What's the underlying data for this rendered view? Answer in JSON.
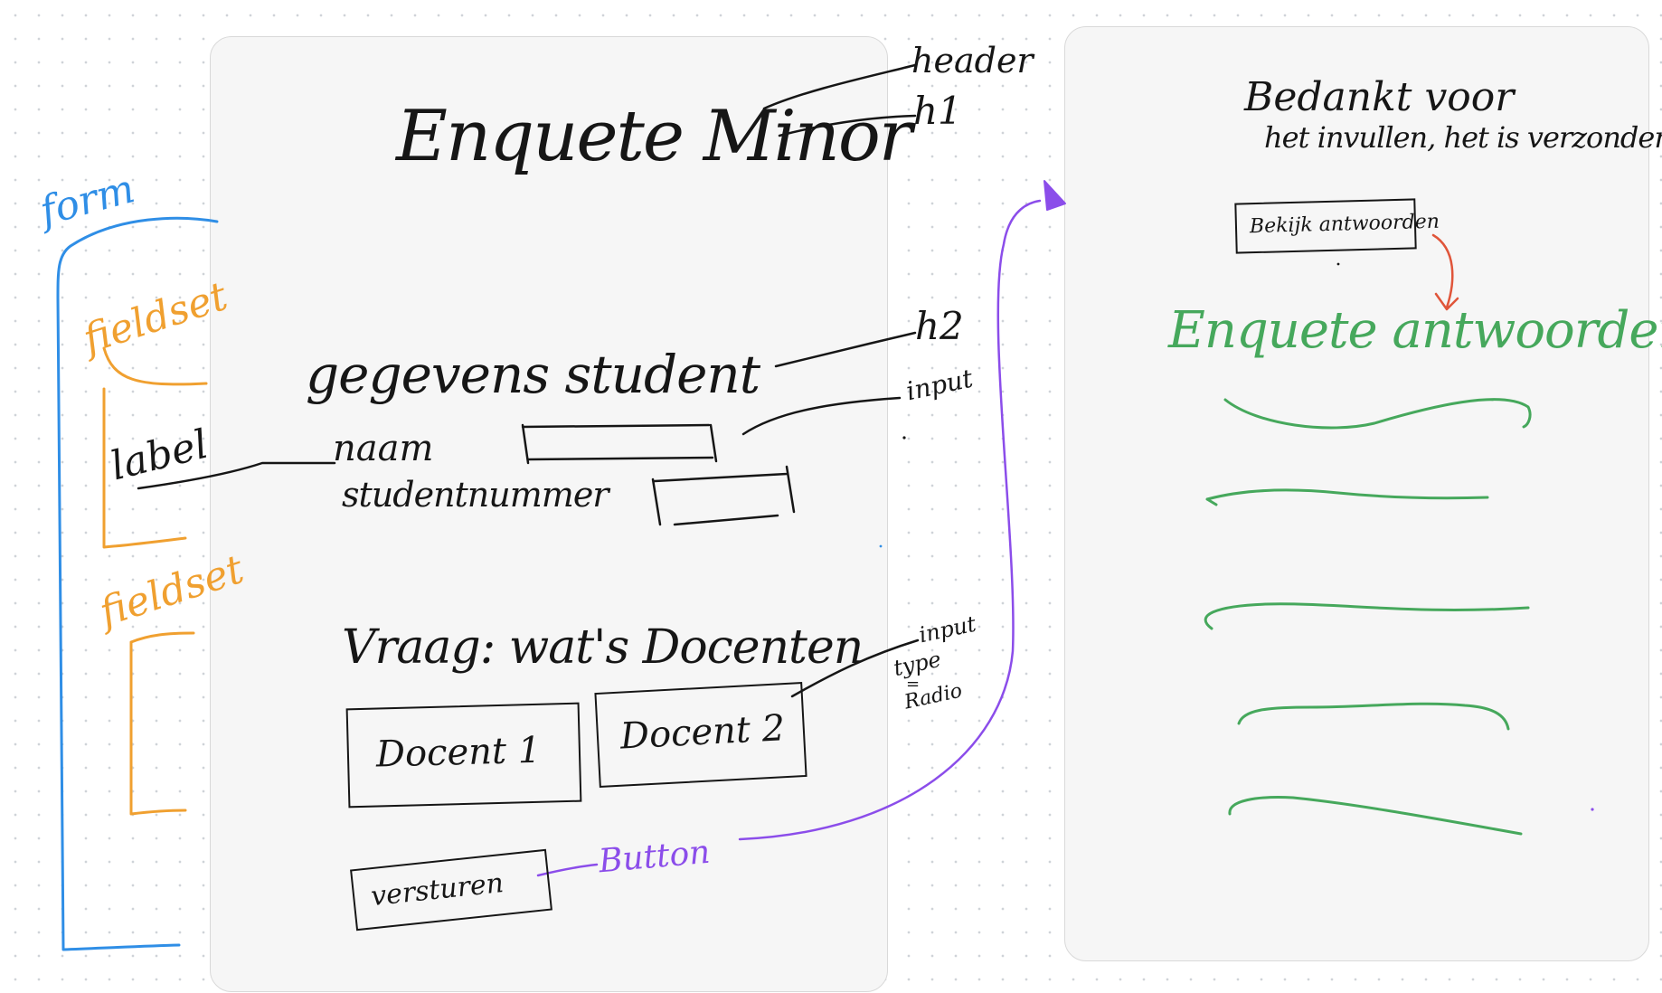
{
  "form_mockup": {
    "title": "Enquete Minor",
    "section_heading": "gegevens student",
    "fields": [
      {
        "label": "naam"
      },
      {
        "label": "studentnummer"
      }
    ],
    "question": "Vraag: wat's Docenten",
    "options": [
      "Docent 1",
      "Docent 2"
    ],
    "submit_label": "versturen"
  },
  "annotations": {
    "header": "header",
    "h1": "h1",
    "h2": "h2",
    "input": "input",
    "input_type_radio": [
      "input",
      "type",
      "=",
      "Radio"
    ],
    "label": "label",
    "form": "form",
    "fieldset_1": "fieldset",
    "fieldset_2": "fieldset",
    "button": "Button"
  },
  "thanks_mockup": {
    "message_line1": "Bedankt voor",
    "message_line2": "het invullen, het is verzonden",
    "view_button_label": "Bekijk antwoorden",
    "answers_heading": "Enquete antwoorden"
  },
  "colors": {
    "ink": "#161616",
    "form_annotation": "#2f8ee6",
    "fieldset_annotation": "#f0a030",
    "button_annotation": "#8b4dea",
    "answers": "#46a85c",
    "link_arrow": "#e0553a"
  }
}
